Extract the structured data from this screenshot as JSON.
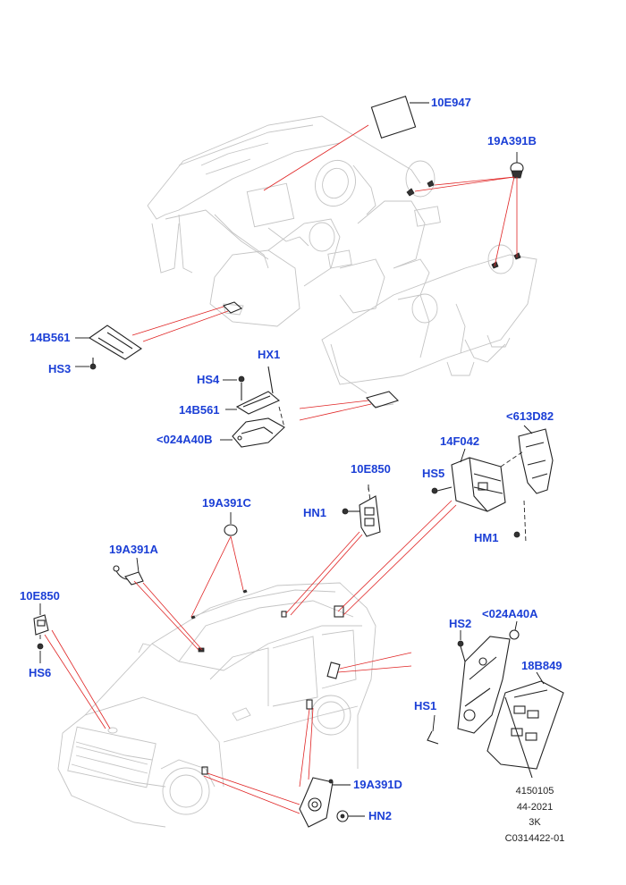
{
  "labels": {
    "l_10E947": "10E947",
    "l_19A391B": "19A391B",
    "l_14B561_a": "14B561",
    "l_HS3": "HS3",
    "l_HX1": "HX1",
    "l_HS4": "HS4",
    "l_14B561_b": "14B561",
    "l_024A40B": "<024A40B",
    "l_613D82": "<613D82",
    "l_14F042": "14F042",
    "l_HS5": "HS5",
    "l_10E850_a": "10E850",
    "l_HN1": "HN1",
    "l_HM1": "HM1",
    "l_19A391C": "19A391C",
    "l_19A391A": "19A391A",
    "l_10E850_b": "10E850",
    "l_HS6": "HS6",
    "l_HS2": "HS2",
    "l_024A40A": "<024A40A",
    "l_18B849": "18B849",
    "l_HS1": "HS1",
    "l_19A391D": "19A391D",
    "l_HN2": "HN2"
  },
  "reference": {
    "line1": "4150105",
    "line2": "44-2021",
    "line3": "3K",
    "line4": "C0314422-01"
  },
  "colors": {
    "label": "#1b3fd6",
    "leader": "#e02424",
    "vehicle_outline": "#c4c4c4",
    "part_outline": "#222222"
  }
}
